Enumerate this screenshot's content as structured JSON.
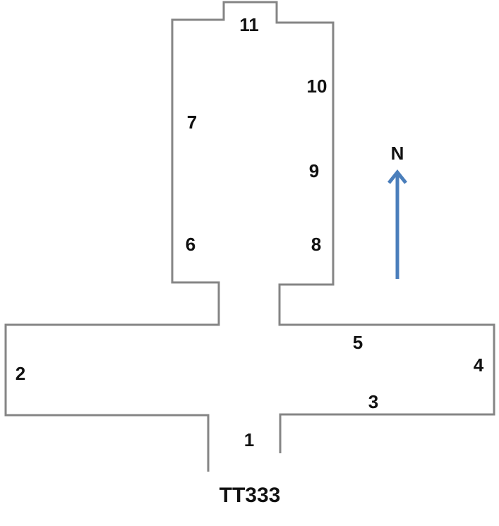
{
  "diagram": {
    "title": "TT333",
    "north_label": "N",
    "colors": {
      "outline": "#858585",
      "arrow": "#4a7ebb",
      "text": "#111111"
    },
    "points": [
      "1",
      "2",
      "3",
      "4",
      "5",
      "6",
      "7",
      "8",
      "9",
      "10",
      "11"
    ]
  }
}
